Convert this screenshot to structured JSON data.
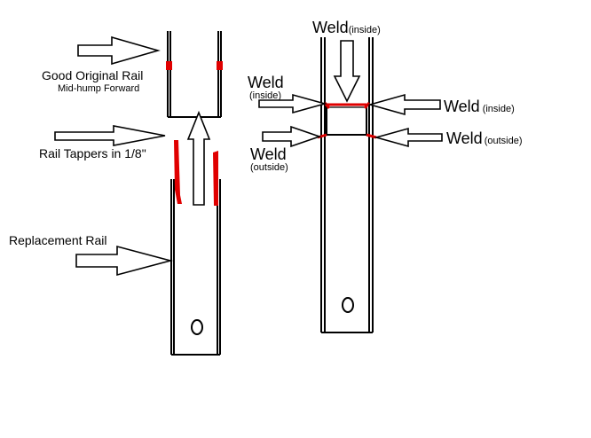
{
  "colors": {
    "ink": "#000000",
    "weld": "#e00000",
    "paper": "#ffffff"
  },
  "left": {
    "good_rail_label": "Good Original Rail",
    "good_rail_sublabel": "Mid-hump Forward",
    "taper_label": "Rail Tappers in 1/8\"",
    "replacement_label": "Replacement Rail"
  },
  "right": {
    "weld_top": {
      "word": "Weld",
      "qualifier": "(inside)"
    },
    "weld_upper_left": {
      "word": "Weld",
      "qualifier": "(inside)"
    },
    "weld_lower_left": {
      "word": "Weld",
      "qualifier": "(outside)"
    },
    "weld_upper_right": {
      "word": "Weld",
      "qualifier": "(inside)"
    },
    "weld_lower_right": {
      "word": "Weld",
      "qualifier": "(outside)"
    }
  }
}
